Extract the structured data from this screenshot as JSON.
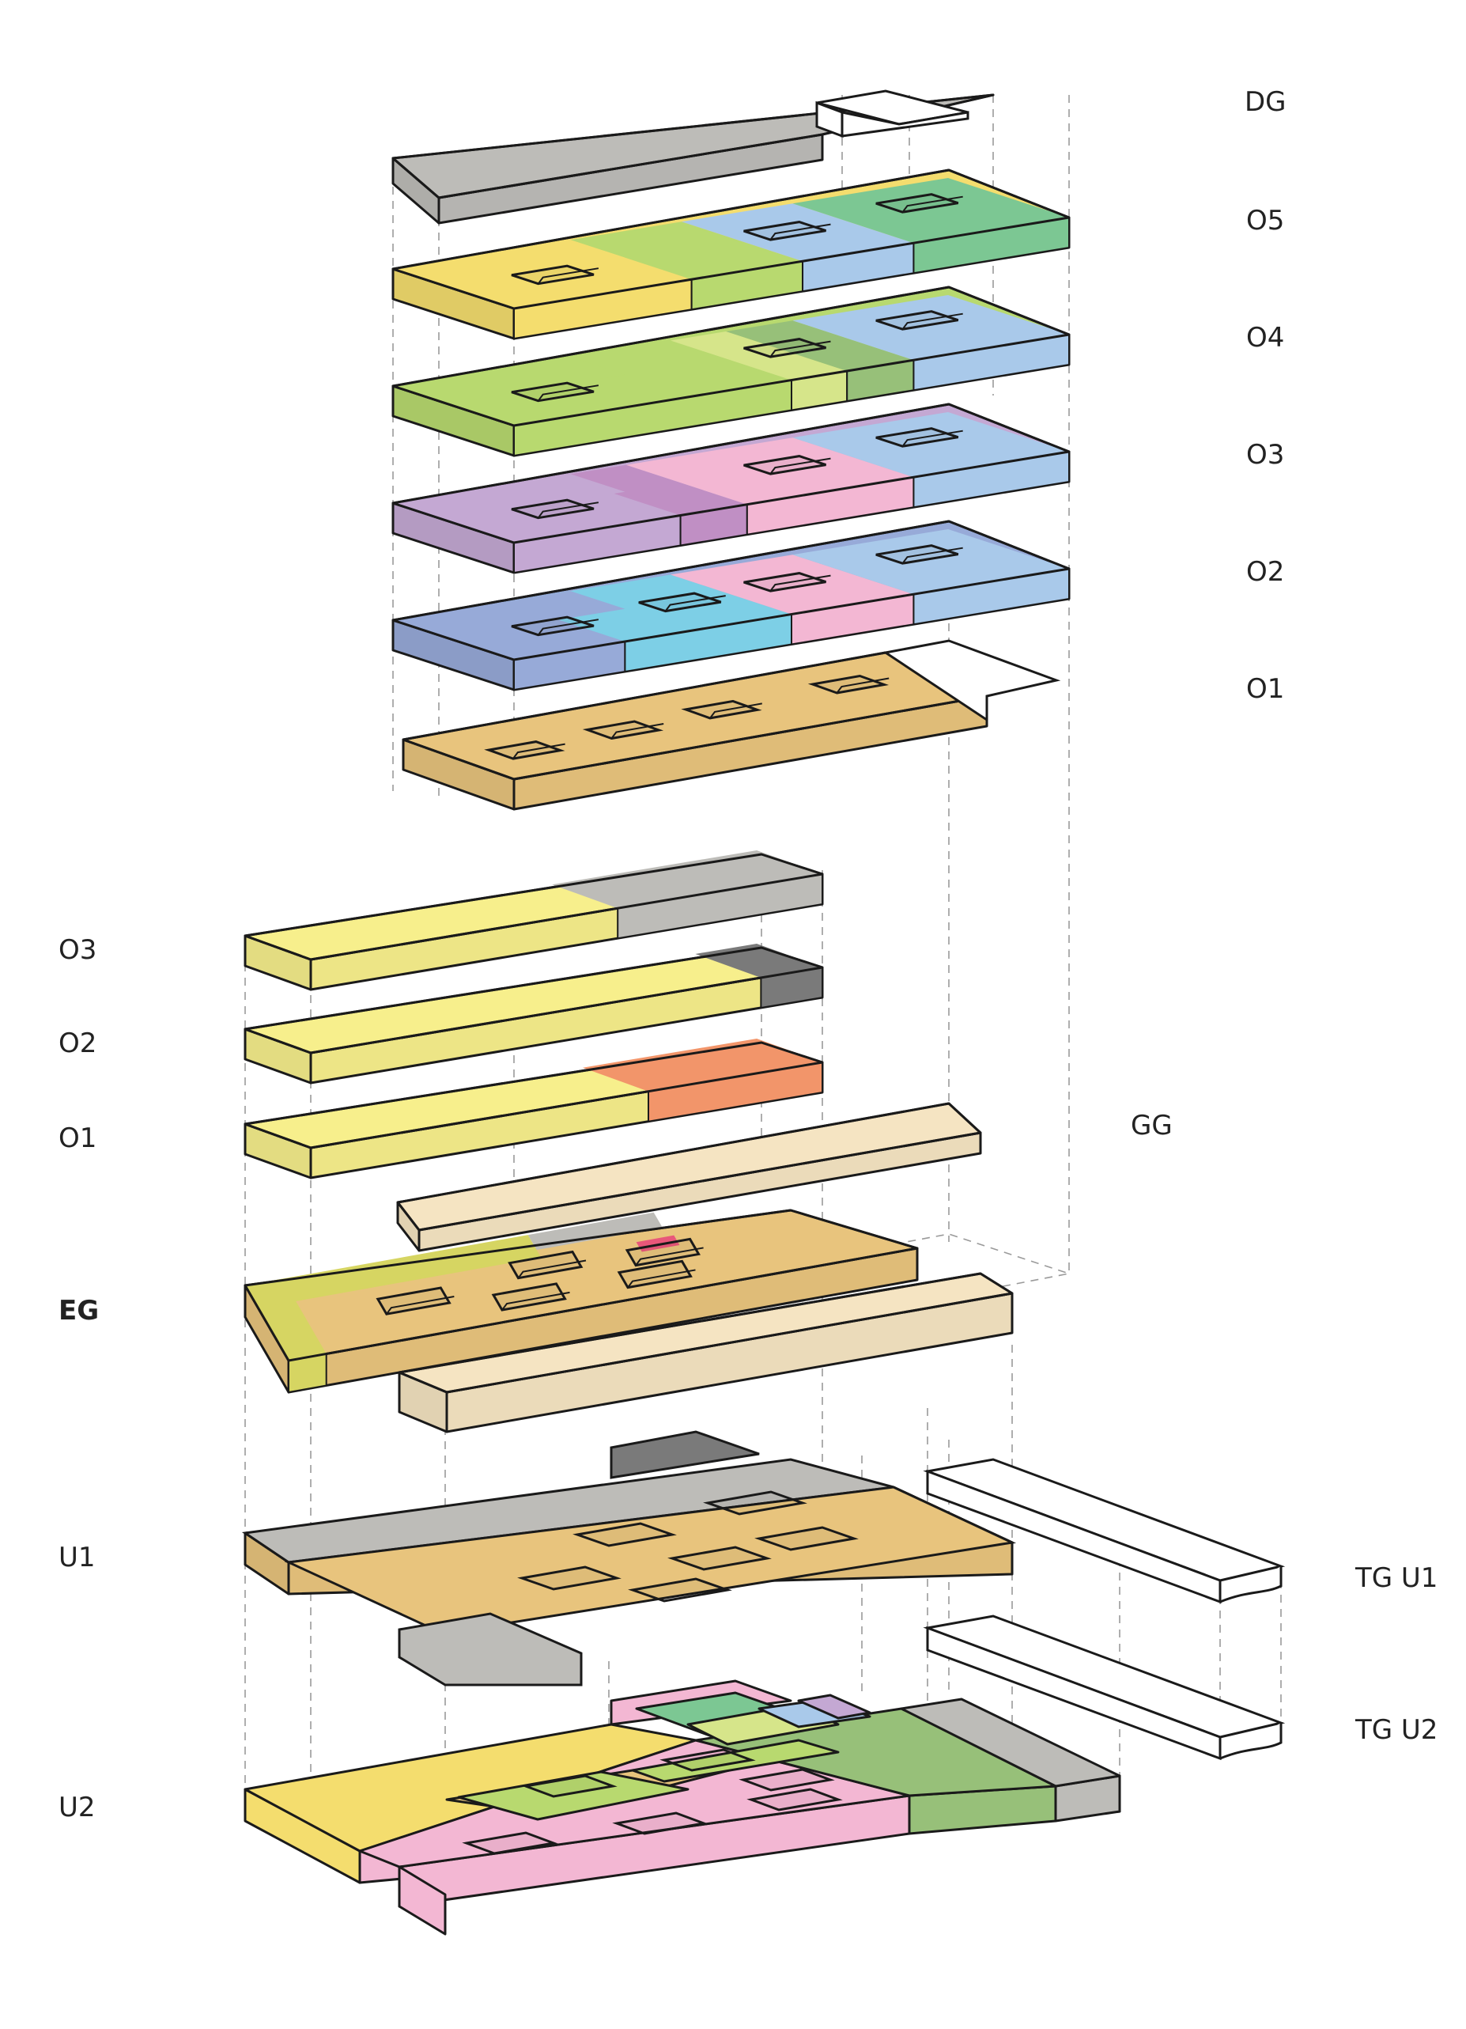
{
  "tower_levels": [
    {
      "id": "dg",
      "label": "DG"
    },
    {
      "id": "o5",
      "label": "O5"
    },
    {
      "id": "o4",
      "label": "O4"
    },
    {
      "id": "o3",
      "label": "O3"
    },
    {
      "id": "o2",
      "label": "O2"
    },
    {
      "id": "o1",
      "label": "O1"
    }
  ],
  "base_levels": [
    {
      "id": "o3",
      "label": "O3"
    },
    {
      "id": "o2",
      "label": "O2"
    },
    {
      "id": "o1",
      "label": "O1"
    },
    {
      "id": "eg",
      "label": "EG"
    },
    {
      "id": "u1",
      "label": "U1"
    },
    {
      "id": "u2",
      "label": "U2"
    }
  ],
  "side_labels": {
    "gg": "GG",
    "tg_u1": "TG U1",
    "tg_u2": "TG U2"
  },
  "colors": {
    "yellow": "#f4dd6e",
    "pale_yellow": "#f7ef8c",
    "green": "#b8d96f",
    "light_green": "#d6e58a",
    "mid_green": "#97c079",
    "emerald": "#7cc793",
    "blue": "#a9c9ea",
    "navy_blue": "#97aad8",
    "cyan": "#7dcfe6",
    "pink": "#f3b7d3",
    "lilac": "#c4a8d3",
    "purple": "#c08fc4",
    "ochre": "#e8c47d",
    "sand": "#f5e4c2",
    "grey": "#bdbcb8",
    "dark_grey": "#7a7a7a",
    "orange": "#f2956a",
    "red": "#e8577a",
    "olive": "#d6d562",
    "white": "#ffffff",
    "outline": "#1a1a1a"
  }
}
